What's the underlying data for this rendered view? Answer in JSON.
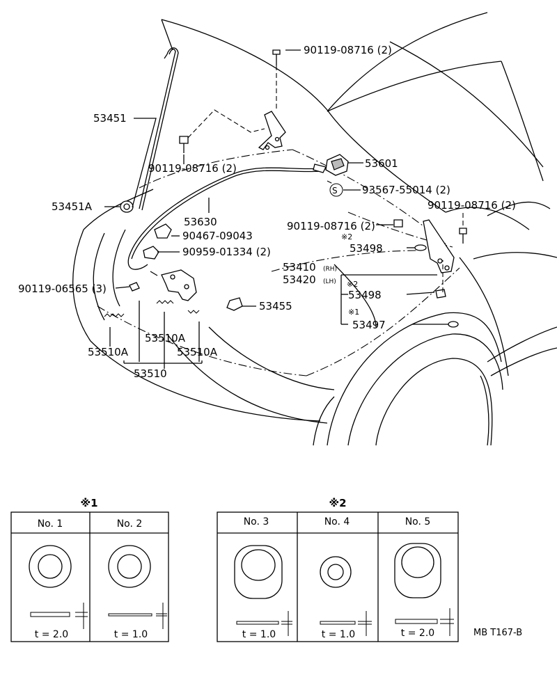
{
  "callouts": {
    "p90119_08716_top": "90119-08716 (2)",
    "p53451": "53451",
    "p90119_08716_left": "90119-08716 (2)",
    "p53601": "53601",
    "p93567_55014": "93567-55014 (2)",
    "s_symbol": "S",
    "p53451A": "53451A",
    "p53630": "53630",
    "p90119_08716_right": "90119-08716 (2)",
    "p90119_08716_mid": "90119-08716 (2)",
    "p90467_09043": "90467-09043",
    "p90959_01334": "90959-01334 (2)",
    "mark2_a": "※2",
    "p53498_a": "53498",
    "p53410": "53410",
    "rh": "(RH)",
    "p53420": "53420",
    "lh": "(LH)",
    "p90119_06565": "90119-06565 (3)",
    "mark2_b": "※2",
    "p53498_b": "53498",
    "mark1": "※1",
    "p53497": "53497",
    "p53455": "53455",
    "p53510A_center": "53510A",
    "p53510A_left": "53510A",
    "p53510A_right": "53510A",
    "p53510": "53510"
  },
  "table1": {
    "title": "※1",
    "cells": [
      {
        "header": "No. 1",
        "thickness": "t = 2.0"
      },
      {
        "header": "No. 2",
        "thickness": "t = 1.0"
      }
    ]
  },
  "table2": {
    "title": "※2",
    "cells": [
      {
        "header": "No. 3",
        "thickness": "t = 1.0"
      },
      {
        "header": "No. 4",
        "thickness": "t = 1.0"
      },
      {
        "header": "No. 5",
        "thickness": "t = 2.0"
      }
    ]
  },
  "figure_code": "MB T167-B"
}
